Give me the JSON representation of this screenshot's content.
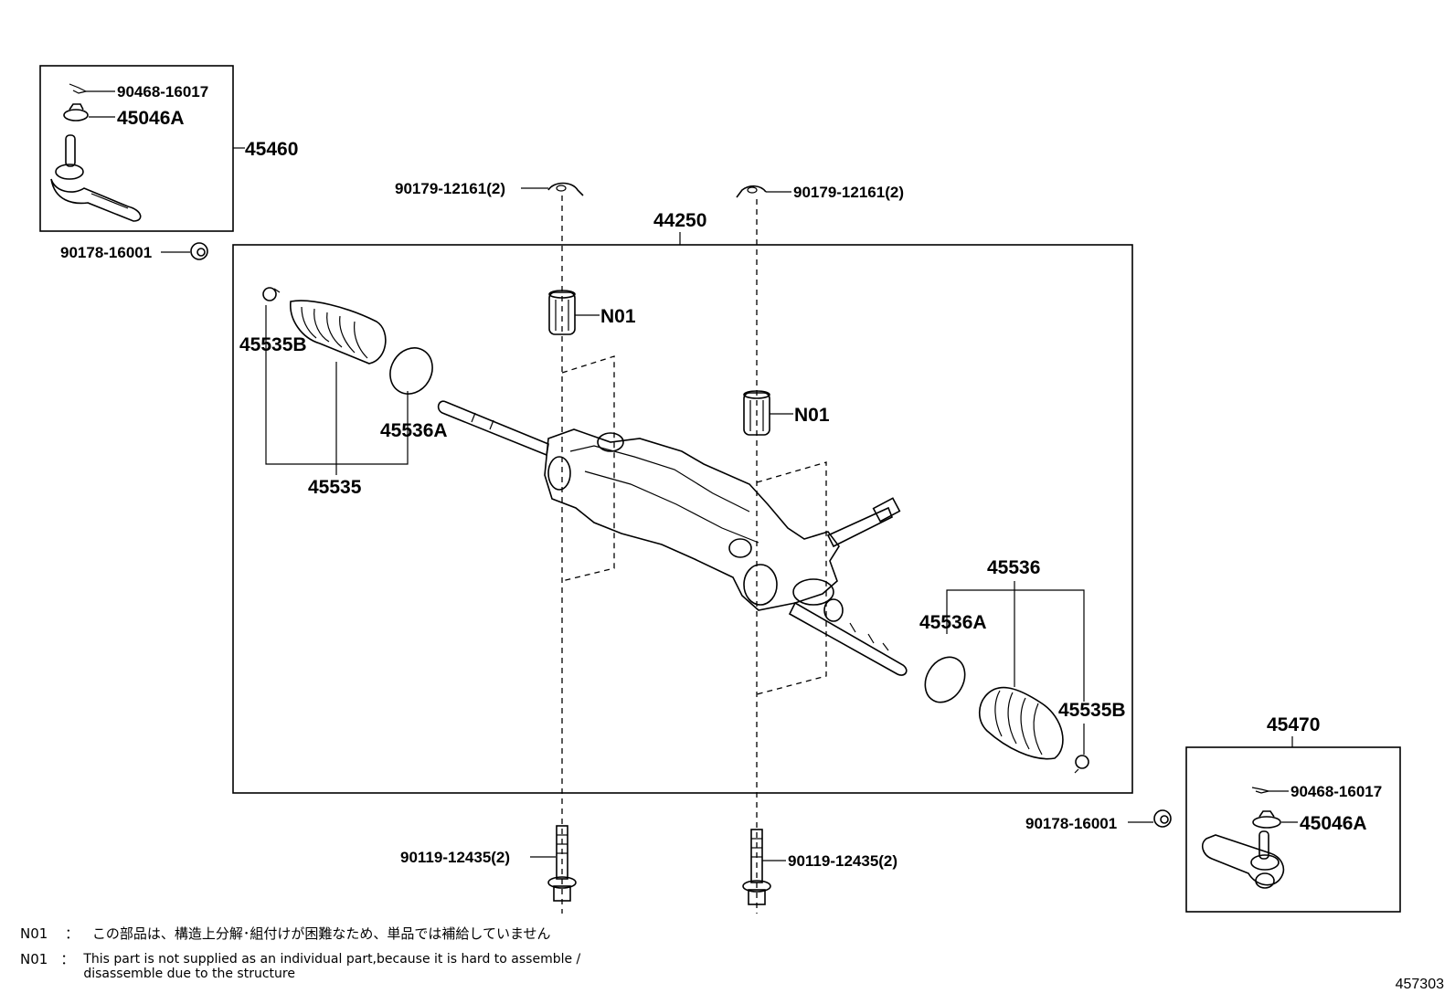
{
  "labels": {
    "tie_rod_end_left": "45460",
    "tie_rod_end_right": "45470",
    "cotter_pin_left": "90468-16017",
    "cotter_pin_right": "90468-16017",
    "nut_cap_left": "45046A",
    "nut_cap_right": "45046A",
    "nut_left": "90178-16001",
    "nut_right": "90178-16001",
    "clip_left": "90179-12161(2)",
    "clip_right": "90179-12161(2)",
    "gear_assembly": "44250",
    "bushing_upper": "N01",
    "bushing_lower": "N01",
    "clamp_left": "45535B",
    "clamp_right": "45535B",
    "band_left": "45536A",
    "band_right": "45536A",
    "boot_set_left": "45535",
    "boot_set_right": "45536",
    "bolt_left": "90119-12435(2)",
    "bolt_right": "90119-12435(2)"
  },
  "notes": [
    {
      "tag": "N01",
      "sep": "：",
      "text": "この部品は、構造上分解･組付けが困難なため、単品では補給していません"
    },
    {
      "tag": "N01",
      "sep": "：",
      "text": "This part is not supplied as an individual part,because it is hard to assemble /\ndisassemble due to the structure"
    }
  ],
  "diagram_code": "457303"
}
